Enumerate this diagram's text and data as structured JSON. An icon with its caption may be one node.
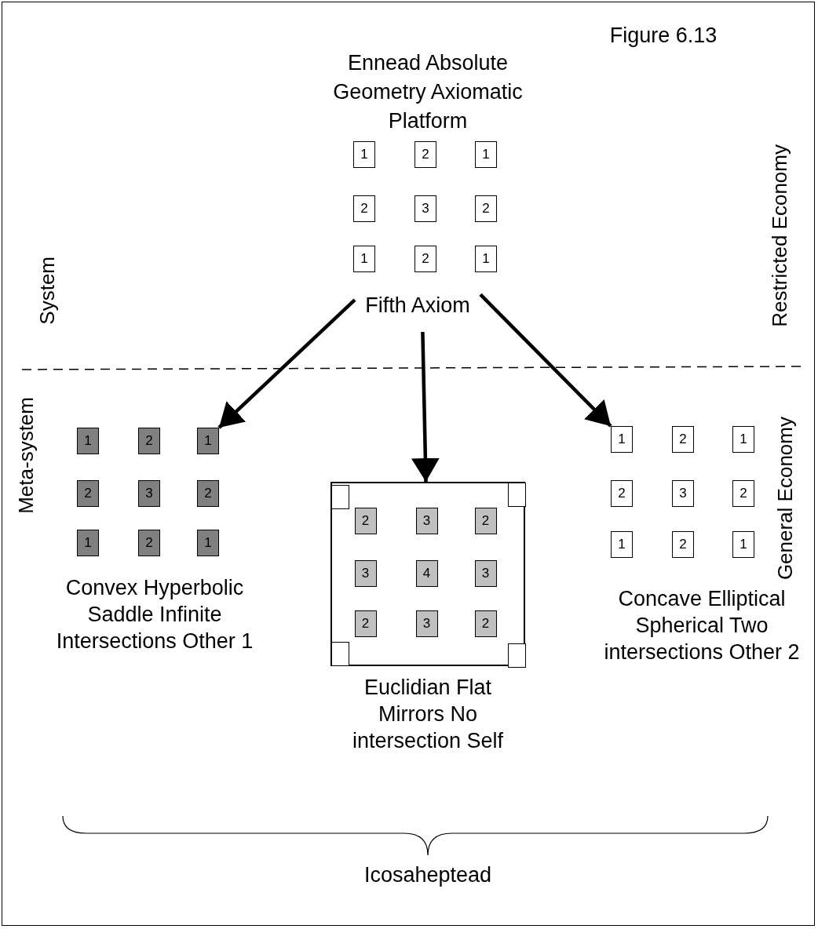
{
  "diagram": {
    "nodes": [
      {
        "text": [
          "1"
        ]
      },
      {
        "text": [
          "2"
        ]
      },
      {
        "text": [
          "1"
        ]
      },
      {
        "text": [
          "2"
        ]
      },
      {
        "text": [
          "3"
        ]
      },
      {
        "text": [
          "2"
        ]
      },
      {
        "text": [
          "1"
        ]
      },
      {
        "text": [
          "2"
        ]
      },
      {
        "text": [
          "1"
        ]
      },
      {
        "text": [
          "Fifth Axiom"
        ]
      },
      {
        "text": [
          "1"
        ]
      },
      {
        "text": [
          "2"
        ]
      },
      {
        "text": [
          "1"
        ]
      },
      {
        "text": [
          "2"
        ]
      },
      {
        "text": [
          "3"
        ]
      },
      {
        "text": [
          "2"
        ]
      },
      {
        "text": [
          "1"
        ]
      },
      {
        "text": [
          "2"
        ]
      },
      {
        "text": [
          "1"
        ]
      },
      {
        "text": [],
        "shape": "box",
        "beside": [
          "Euclidian Flat Mirrors No intersection Self"
        ]
      },
      {
        "text": [],
        "shape": "box",
        "in": 19
      },
      {
        "text": [],
        "shape": "box",
        "in": 19
      },
      {
        "text": [
          "2"
        ],
        "in": 19
      },
      {
        "text": [
          "3"
        ],
        "in": 19
      },
      {
        "text": [
          "2"
        ],
        "in": 19
      },
      {
        "text": [
          "3"
        ],
        "in": 19
      },
      {
        "text": [
          "4"
        ],
        "in": 19
      },
      {
        "text": [
          "3"
        ],
        "in": 19
      },
      {
        "text": [
          "2"
        ],
        "in": 19
      },
      {
        "text": [
          "3"
        ],
        "in": 19
      },
      {
        "text": [
          "2"
        ],
        "in": 19
      },
      {
        "text": [],
        "shape": "box",
        "in": 19
      },
      {
        "text": [],
        "shape": "box",
        "in": 19
      },
      {
        "text": [
          "1"
        ]
      },
      {
        "text": [
          "2"
        ]
      },
      {
        "text": [
          "1"
        ]
      },
      {
        "text": [
          "2"
        ]
      },
      {
        "text": [
          "3"
        ]
      },
      {
        "text": [
          "2"
        ]
      },
      {
        "text": [
          "1"
        ]
      },
      {
        "text": [
          "2"
        ]
      },
      {
        "text": [
          "1"
        ]
      }
    ],
    "edges": [
      {
        "from": 9,
        "to": 12,
        "arrow": "to"
      },
      {
        "from": 9,
        "to": 19,
        "arrow": "to"
      },
      {
        "from": 9,
        "to": 33,
        "arrow": "to"
      }
    ],
    "labels": [
      "Ennead Absolute Geometry Axiomatic Platform",
      "Figure 6.13",
      "Restricted Economy",
      "System",
      "Meta-system",
      "General Economy",
      "Convex Hyperbolic Saddle Infinite Intersections Other 1",
      "Concave Elliptical Spherical Two intersections Other 2",
      "Icosaheptead"
    ]
  }
}
